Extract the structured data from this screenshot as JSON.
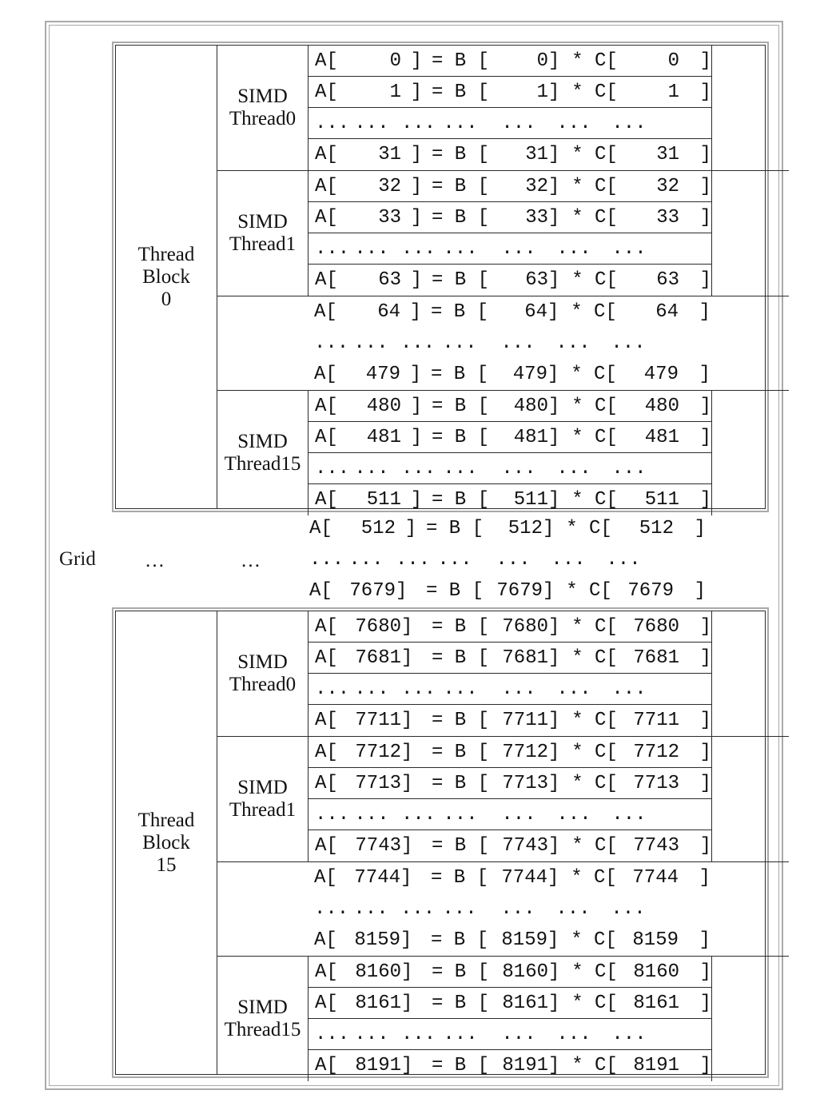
{
  "diagram": {
    "grid_label": "Grid",
    "grid_ellipsis_1": "…",
    "grid_ellipsis_2": "…",
    "dots": "...",
    "tokens": {
      "a": "A[",
      "close": "]",
      "eq": "= B [",
      "close2": "]",
      "mul": "* C[",
      "close3": "]"
    },
    "blocks": [
      {
        "name": "block-0",
        "label_line1": "Thread",
        "label_line2": "Block",
        "label_line3": "0",
        "groups": [
          {
            "simd_line1": "SIMD",
            "simd_line2": "Thread0",
            "rows": [
              "0",
              "1",
              "...",
              "31"
            ]
          },
          {
            "simd_line1": "SIMD",
            "simd_line2": "Thread1",
            "rows": [
              "32",
              "33",
              "...",
              "63"
            ]
          }
        ],
        "free_rows": [
          "64",
          "...",
          "479"
        ],
        "tail_group": {
          "simd_line1": "SIMD",
          "simd_line2": "Thread15",
          "rows": [
            "480",
            "481",
            "...",
            "511"
          ]
        }
      },
      {
        "name": "block-15",
        "label_line1": "Thread",
        "label_line2": "Block",
        "label_line3": "15",
        "groups": [
          {
            "simd_line1": "SIMD",
            "simd_line2": "Thread0",
            "rows": [
              "7680",
              "7681",
              "...",
              "7711"
            ]
          },
          {
            "simd_line1": "SIMD",
            "simd_line2": "Thread1",
            "rows": [
              "7712",
              "7713",
              "...",
              "7743"
            ]
          }
        ],
        "free_rows": [
          "7744",
          "...",
          "8159"
        ],
        "tail_group": {
          "simd_line1": "SIMD",
          "simd_line2": "Thread15",
          "rows": [
            "8160",
            "8161",
            "...",
            "8191"
          ]
        }
      }
    ],
    "inter_block_rows": [
      "512",
      "...",
      "7679"
    ]
  }
}
